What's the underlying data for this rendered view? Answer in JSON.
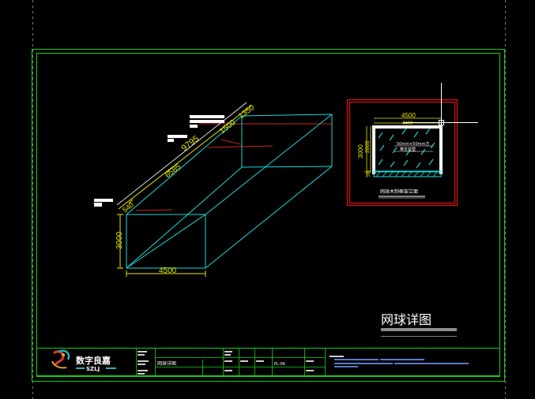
{
  "colors": {
    "background": "#000000",
    "frame": "#16d016",
    "geometry": "#19d9d9",
    "dimension": "#e6e600",
    "extension": "#d12020",
    "annotation": "#ffffff",
    "red_frame": "#c81414"
  },
  "iso_view": {
    "dims": {
      "diag_total": "9795",
      "seg_a": "6585",
      "seg_b": "1500",
      "seg_c": "1350",
      "seg_d": "540",
      "height": "3000",
      "width": "4500"
    }
  },
  "detail_view": {
    "dims": {
      "top_width": "4500",
      "top_inner": "4400",
      "height_total": "3000",
      "height_inner": "2800",
      "base": "200"
    },
    "label_net": "50mm×50mm方",
    "label_mat": "带支柱塑",
    "caption": "网球木制框架立面"
  },
  "drawing_title": "网球详图",
  "title_block": {
    "logo_cn": "数字良嘉",
    "logo_en": "SZLJ",
    "name_cell": "网球详图",
    "sheet_no": "PL-06"
  }
}
